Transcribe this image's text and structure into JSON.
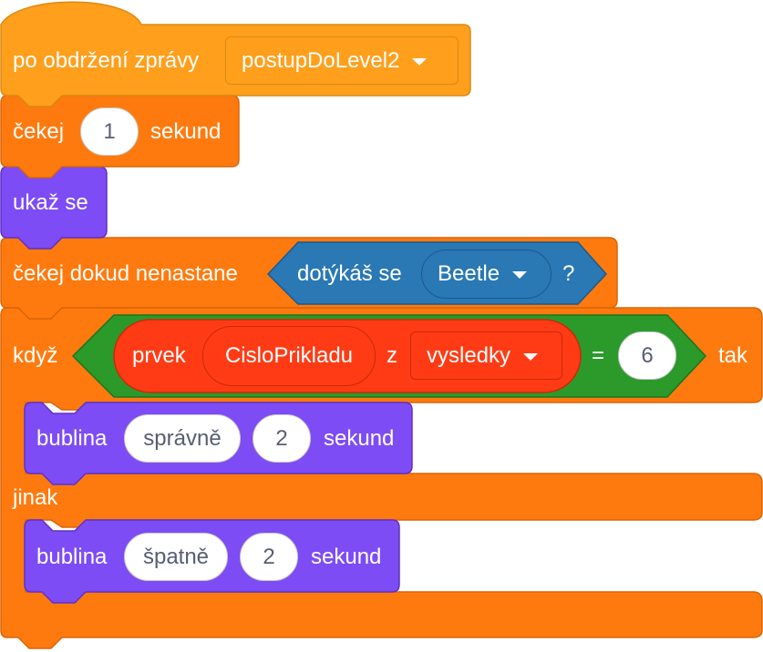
{
  "colors": {
    "events": "#ff9f1c",
    "control": "#ff7a0e",
    "control_edge": "#d96508",
    "looks": "#7d4cf5",
    "looks_edge": "#5f31c4",
    "sensing": "#2a78b4",
    "sensing_edge": "#1a5a8c",
    "operators": "#2b9a2b",
    "operators_edge": "#1d741d",
    "list": "#ff3b15",
    "list_edge": "#c92a08"
  },
  "hat": {
    "label": "po obdržení zprávy",
    "message": "postupDoLevel2",
    "caret_icon": "caret-down-icon"
  },
  "wait": {
    "label": "čekej",
    "value": "1",
    "unit": "sekund"
  },
  "show": {
    "label": "ukaž se"
  },
  "wait_until": {
    "label": "čekej dokud nenastane",
    "touching_label": "dotýkáš se",
    "sprite": "Beetle",
    "question": "?"
  },
  "if_else": {
    "if_label": "když",
    "then_label": "tak",
    "else_label": "jinak",
    "condition": {
      "item_label": "prvek",
      "variable": "CisloPrikladu",
      "of_label": "z",
      "list_name": "vysledky",
      "equals": "=",
      "compare_value": "6"
    }
  },
  "say_correct": {
    "label": "bublina",
    "text": "správně",
    "secs": "2",
    "unit": "sekund"
  },
  "say_wrong": {
    "label": "bublina",
    "text": "špatně",
    "secs": "2",
    "unit": "sekund"
  }
}
